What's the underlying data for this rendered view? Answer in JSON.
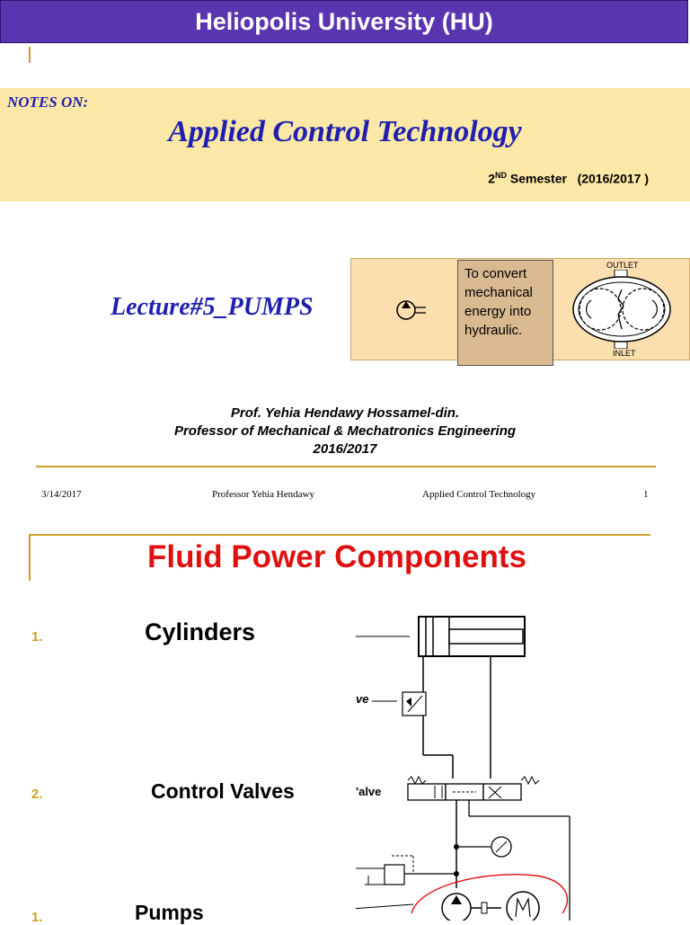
{
  "header": {
    "title": "Heliopolis University (HU)"
  },
  "notes": {
    "label": "NOTES ON:",
    "course_title": "Applied Control Technology",
    "semester_ord": "2",
    "semester_sup": "ND",
    "semester_rest": " Semester   (2016/2017 )"
  },
  "lecture": {
    "title": "Lecture#5_PUMPS",
    "convert_text": "To convert mechanical energy into hydraulic.",
    "outlet_label": "OUTLET",
    "inlet_label": "INLET"
  },
  "author": {
    "name": "Prof. Yehia Hendawy  Hossamel-din.",
    "position": "Professor  of Mechanical &  Mechatronics Engineering",
    "year": "2016/2017"
  },
  "footer": {
    "date": "3/14/2017",
    "presenter": "Professor Yehia Hendawy",
    "course": "Applied Control  Technology",
    "page": "1"
  },
  "slide2": {
    "title": "Fluid Power Components",
    "items": [
      {
        "number": "1.",
        "label": "Cylinders"
      },
      {
        "number": "2.",
        "label": "Control Valves"
      },
      {
        "number": "1.",
        "label": "Pumps"
      }
    ],
    "diagram_fragments": {
      "ve": "ve",
      "valve": "'alve"
    }
  }
}
